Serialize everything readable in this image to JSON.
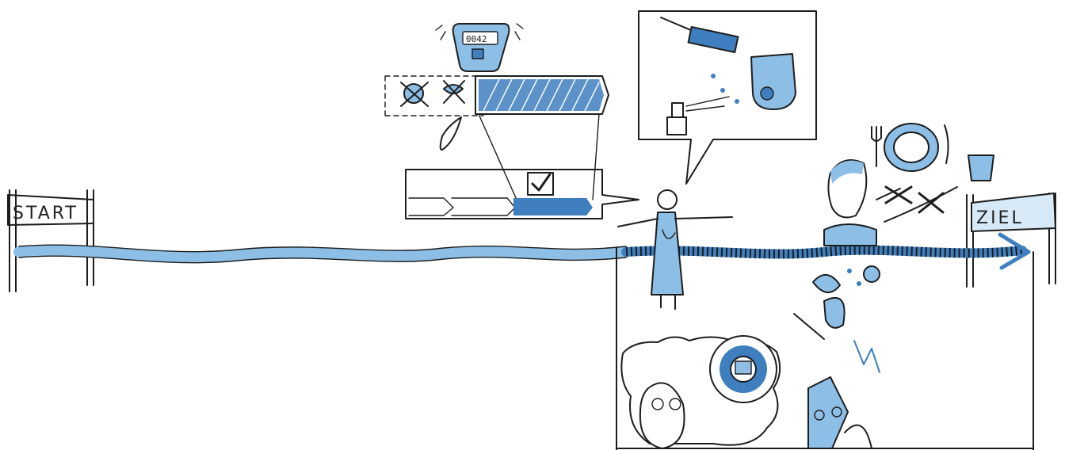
{
  "signs": {
    "start": "START",
    "finish": "ZIEL"
  },
  "device": {
    "display": "0042"
  },
  "colors": {
    "ink": "#1d1d1d",
    "light_blue": "#8dbfe6",
    "dark_blue": "#3f7fc0",
    "paper": "#ffffff"
  },
  "icons": [
    "timer-device-icon",
    "crossed-eye-icon",
    "drop-icon",
    "checkmark-icon",
    "glass-icon",
    "plate-icon",
    "fork-icon",
    "knife-icon",
    "arrow-icon"
  ]
}
